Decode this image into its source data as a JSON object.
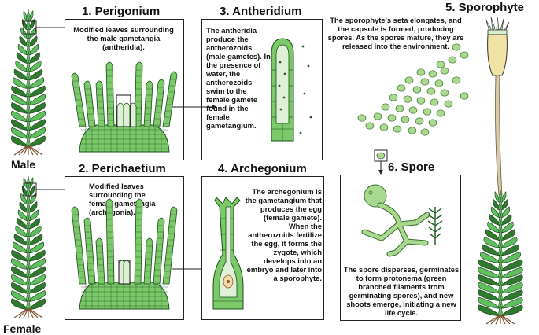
{
  "labels": {
    "male": "Male",
    "female": "Female"
  },
  "panels": {
    "perigonium": {
      "title": "1. Perigonium",
      "text": "Modified leaves surrounding the male gametangia (antheridia)."
    },
    "antheridium": {
      "title": "3. Antheridium",
      "text": "The antheridia produce the antherozoids (male gametes). In the presence of water, the antherozoids swim to the female gamete found in the female gametangium."
    },
    "sporophyte": {
      "title": "5. Sporophyte",
      "text": "The sporophyte's seta elongates, and the capsule is formed, producing spores. As the spores mature, they are released into the environment."
    },
    "perichaetium": {
      "title": "2. Perichaetium",
      "text": "Modified leaves surrounding the female gametangia (archegonia)."
    },
    "archegonium": {
      "title": "4. Archegonium",
      "text": "The archegonium is the gametangium that produces the egg (female gamete). When the antherozoids fertilize the egg, it forms the zygote, which develops into an embryo and later into a sporophyte."
    },
    "spore": {
      "title": "6. Spore",
      "text": "The spore disperses, germinates to form protonema (green branched filaments from germinating spores), and new shoots emerge, initiating a new life cycle."
    }
  },
  "colors": {
    "leaf_dark": "#2f7a2f",
    "leaf_light": "#5fbf5f",
    "cell": "#7cc96a",
    "spore": "#a9d98f",
    "capsule": "#efe3a6",
    "stalk": "#d8c9a8",
    "root": "#7a5230"
  }
}
